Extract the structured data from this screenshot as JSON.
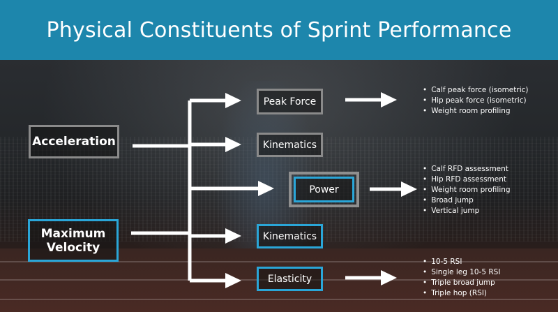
{
  "title": "Physical Constituents of Sprint Performance",
  "left_nodes": {
    "acceleration": "Acceleration",
    "max_velocity_line1": "Maximum",
    "max_velocity_line2": "Velocity"
  },
  "middle_nodes": {
    "peak_force": "Peak Force",
    "kinematics_top": "Kinematics",
    "power": "Power",
    "kinematics_bottom": "Kinematics",
    "elasticity": "Elasticity"
  },
  "lists": {
    "peak_force": [
      "Calf peak force (isometric)",
      "Hip peak force (isometric)",
      "Weight room profiling"
    ],
    "power": [
      "Calf RFD assessment",
      "Hip RFD assessment",
      "Weight room profiling",
      "Broad jump",
      "Vertical jump"
    ],
    "elasticity": [
      "10-5 RSI",
      "Single leg 10-5 RSI",
      "Triple broad jump",
      "Triple hop (RSI)"
    ]
  },
  "colors": {
    "header": "#1d86ac",
    "blue_border": "#2aa6d8",
    "gray_border": "#8a8a8a"
  }
}
